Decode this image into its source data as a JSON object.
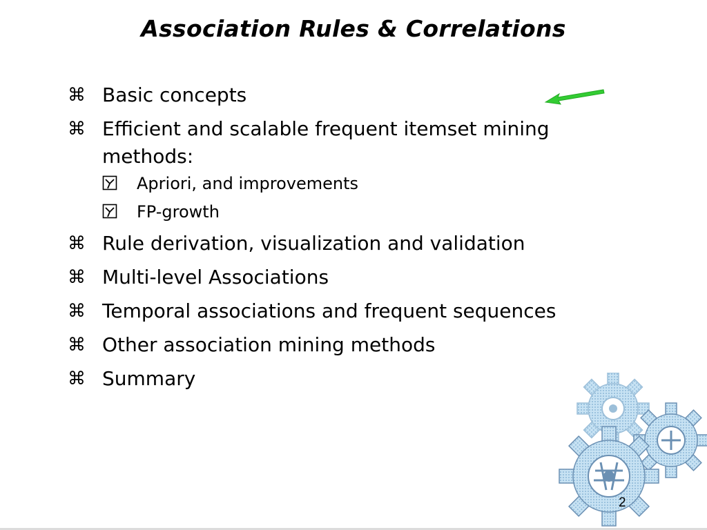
{
  "slide": {
    "title": "Association Rules & Correlations",
    "page_number": "2"
  },
  "icons": {
    "main_bullet": "command-icon",
    "sub_bullet": "checkbox-y-icon",
    "pointer": "green-arrow-icon",
    "decoration": "gears-icon"
  },
  "colors": {
    "arrow": "#33cc33",
    "gear": "#a9cfe8",
    "gear_outline": "#6b90b3"
  },
  "bullets": [
    {
      "bullet": "⌘",
      "text": "Basic concepts"
    },
    {
      "bullet": "⌘",
      "text": "Efficient and scalable frequent itemset mining methods:"
    },
    {
      "bullet": "⌘",
      "text": "Rule derivation, visualization and validation"
    },
    {
      "bullet": "⌘",
      "text": "Multi-level Associations"
    },
    {
      "bullet": "⌘",
      "text": "Temporal associations and frequent sequences"
    },
    {
      "bullet": "⌘",
      "text": "Other association mining methods"
    },
    {
      "bullet": "⌘",
      "text": "Summary"
    }
  ],
  "sub_bullets": [
    {
      "text": "Apriori, and improvements"
    },
    {
      "text": "FP-growth"
    }
  ]
}
